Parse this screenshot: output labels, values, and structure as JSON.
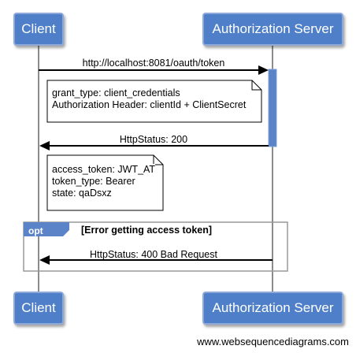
{
  "participants": {
    "client": "Client",
    "auth_server": "Authorization Server"
  },
  "messages": {
    "request": "http://localhost:8081/oauth/token",
    "response_ok": "HttpStatus: 200",
    "response_error": "HttpStatus: 400 Bad Request"
  },
  "notes": {
    "request_note": [
      "grant_type: client_credentials",
      "Authorization Header: clientId + ClientSecret"
    ],
    "response_note": [
      "access_token: JWT_AT",
      "token_type: Bearer",
      "state: qaDsxz"
    ]
  },
  "opt_block": {
    "tag": "opt",
    "condition": "[Error getting access token]"
  },
  "footer": "www.websequencediagrams.com",
  "colors": {
    "participant_fill": "#4f7fc9",
    "activation_fill": "#5b84c8",
    "frame_stroke": "#999999"
  }
}
